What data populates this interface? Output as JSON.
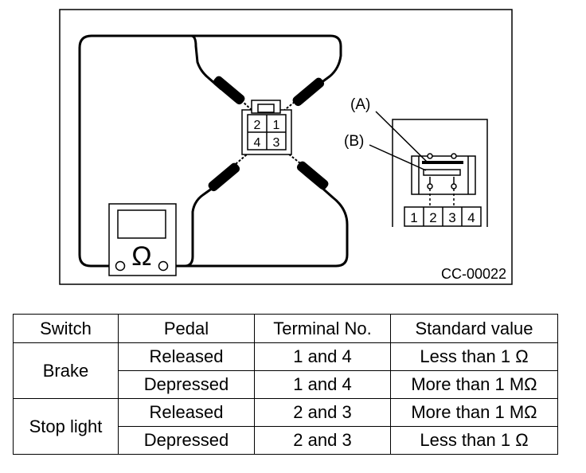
{
  "diagram": {
    "connector_terminals": [
      "2",
      "1",
      "4",
      "3"
    ],
    "switch_terminals": [
      "1",
      "2",
      "3",
      "4"
    ],
    "meter_symbol": "Ω",
    "label_a": "(A)",
    "label_b": "(B)",
    "figure_code": "CC-00022"
  },
  "table": {
    "headers": [
      "Switch",
      "Pedal",
      "Terminal No.",
      "Standard value"
    ],
    "groups": [
      {
        "switch": "Brake",
        "rows": [
          {
            "pedal": "Released",
            "terminal": "1 and 4",
            "value": "Less than 1 Ω"
          },
          {
            "pedal": "Depressed",
            "terminal": "1 and 4",
            "value": "More than 1 MΩ"
          }
        ]
      },
      {
        "switch": "Stop light",
        "rows": [
          {
            "pedal": "Released",
            "terminal": "2 and 3",
            "value": "More than 1 MΩ"
          },
          {
            "pedal": "Depressed",
            "terminal": "2 and 3",
            "value": "Less than 1 Ω"
          }
        ]
      }
    ]
  }
}
